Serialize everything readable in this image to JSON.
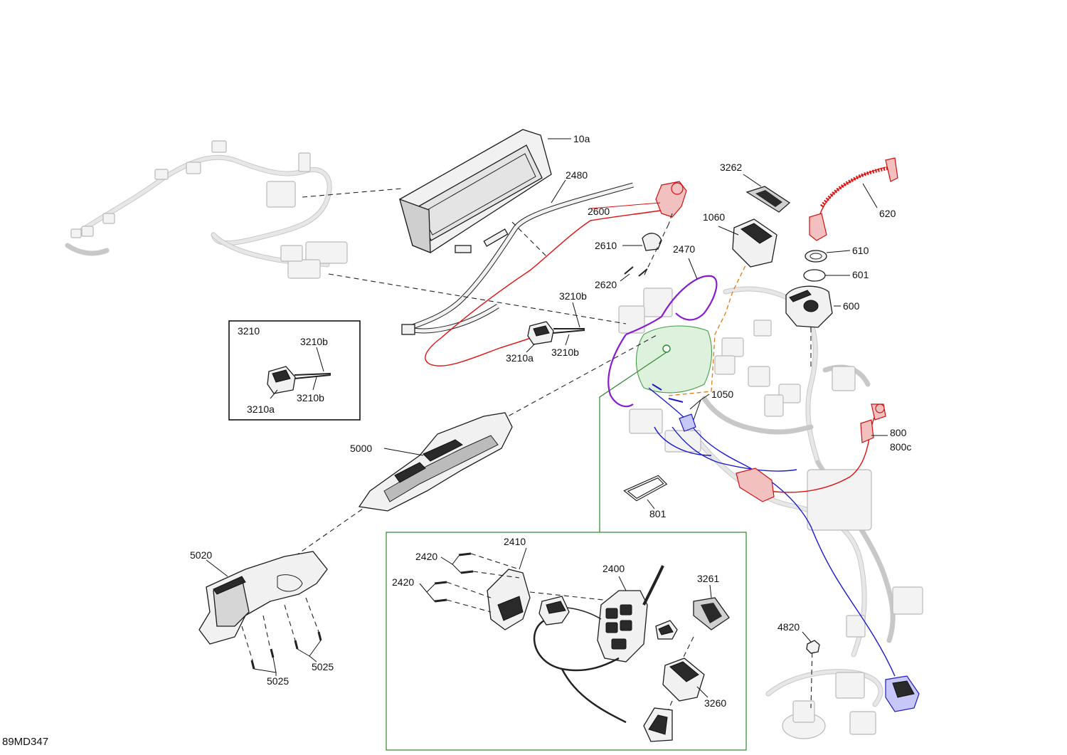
{
  "drawing_id": "89MD347",
  "colors": {
    "callout_red": "#e01010",
    "callout_blue": "#1a1ad0",
    "callout_purple": "#8a1ad0",
    "callout_green": "#2a8a2a",
    "callout_orange": "#e07a10",
    "ghost_gray": "#b9b9b9"
  },
  "callouts": {
    "c10a": "10a",
    "c2480": "2480",
    "c2600": "2600",
    "c2610": "2610",
    "c2620": "2620",
    "c2470": "2470",
    "c3262": "3262",
    "c1060": "1060",
    "c620": "620",
    "c610": "610",
    "c601": "601",
    "c600": "600",
    "c3210b_a": "3210b",
    "c3210a_main": "3210a",
    "c3210b_b": "3210b",
    "c1050": "1050",
    "c800": "800",
    "c800c": "800c",
    "c801": "801",
    "c5000": "5000",
    "c5020": "5020",
    "c5025_a": "5025",
    "c5025_b": "5025",
    "c4820": "4820"
  },
  "inset_3210": {
    "title": "3210",
    "c3210b_top": "3210b",
    "c3210b_bottom": "3210b",
    "c3210a": "3210a"
  },
  "inset_2400": {
    "c2410": "2410",
    "c2420_a": "2420",
    "c2420_b": "2420",
    "c2400": "2400",
    "c3261": "3261",
    "c3260": "3260"
  }
}
